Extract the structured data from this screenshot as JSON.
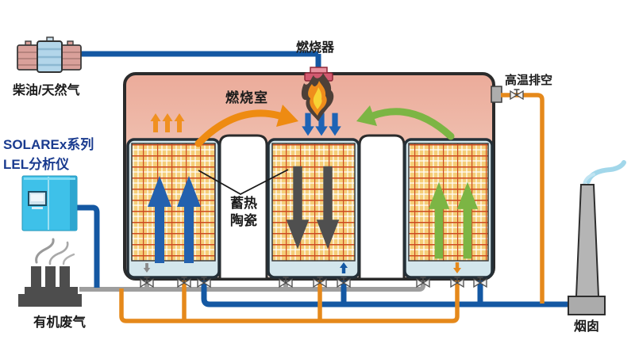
{
  "diagram": {
    "labels": {
      "fuel": "柴油/天然气",
      "burner": "燃烧器",
      "combustion_chamber": "燃烧室",
      "exhaust": "高温排空",
      "analyzer_line1": "SOLAREx系列",
      "analyzer_line2": "LEL分析仪",
      "ceramic_line1": "蓄热",
      "ceramic_line2": "陶瓷",
      "waste_gas": "有机废气",
      "chimney": "烟囱"
    },
    "colors": {
      "pipe_blue": "#1458a3",
      "pipe_orange": "#e5891b",
      "pipe_gray": "#9e9e9e",
      "bed_arrow_blue": "#2361ae",
      "bed_arrow_gray": "#4f4f4f",
      "bed_arrow_green": "#7cb544",
      "small_arrow_orange": "#f09020",
      "curved_arrow_orange": "#ee8b12",
      "curved_arrow_green": "#7cb544",
      "vessel_top": "#ecaf9e",
      "vessel_bottom": "#f7ddd3",
      "ceramic_fill": "#f5ce78",
      "ceramic_line_red": "#cd4a20",
      "plenum_blue": "#d3e6ec",
      "analyzer_cyan": "#3ec1e9",
      "label_navy": "#1a3b8f",
      "flame_outer": "#4e4038",
      "flame_mid": "#ef8d1c",
      "flame_core": "#f8d234"
    }
  }
}
